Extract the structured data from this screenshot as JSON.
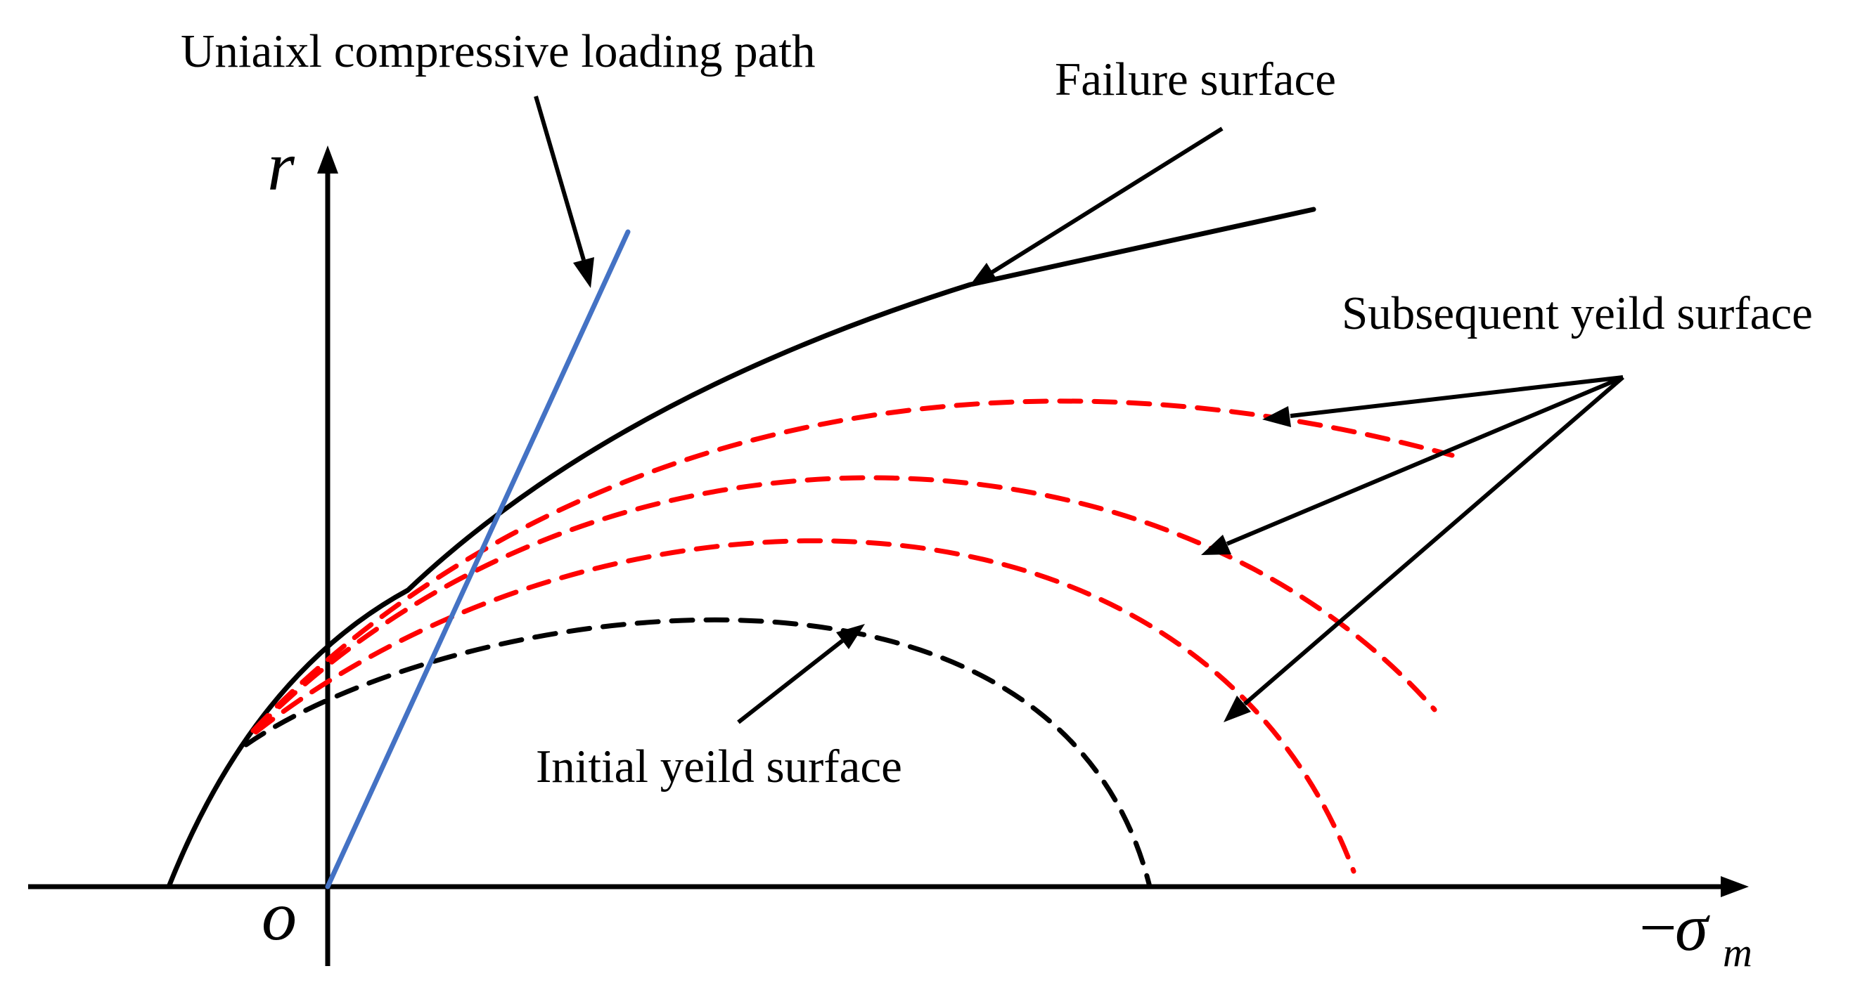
{
  "labels": {
    "loading_path": "Uniaixl compressive loading path",
    "failure_surface": "Failure surface",
    "subsequent_yield": "Subsequent yeild surface",
    "initial_yield": "Initial yeild surface"
  },
  "axes": {
    "y_symbol": "r",
    "origin_symbol": "o",
    "x_minus": "−",
    "x_sigma": "σ",
    "x_subscript": "m"
  },
  "colors": {
    "axis": "#000000",
    "failure_surface": "#000000",
    "initial_yield": "#000000",
    "subsequent_yield": "#ff0000",
    "loading_path": "#4472c4",
    "annotation_arrow": "#000000"
  },
  "line_styles": {
    "failure_surface": "solid",
    "initial_yield": "dashed",
    "subsequent_yield": "dashed",
    "loading_path": "solid"
  }
}
